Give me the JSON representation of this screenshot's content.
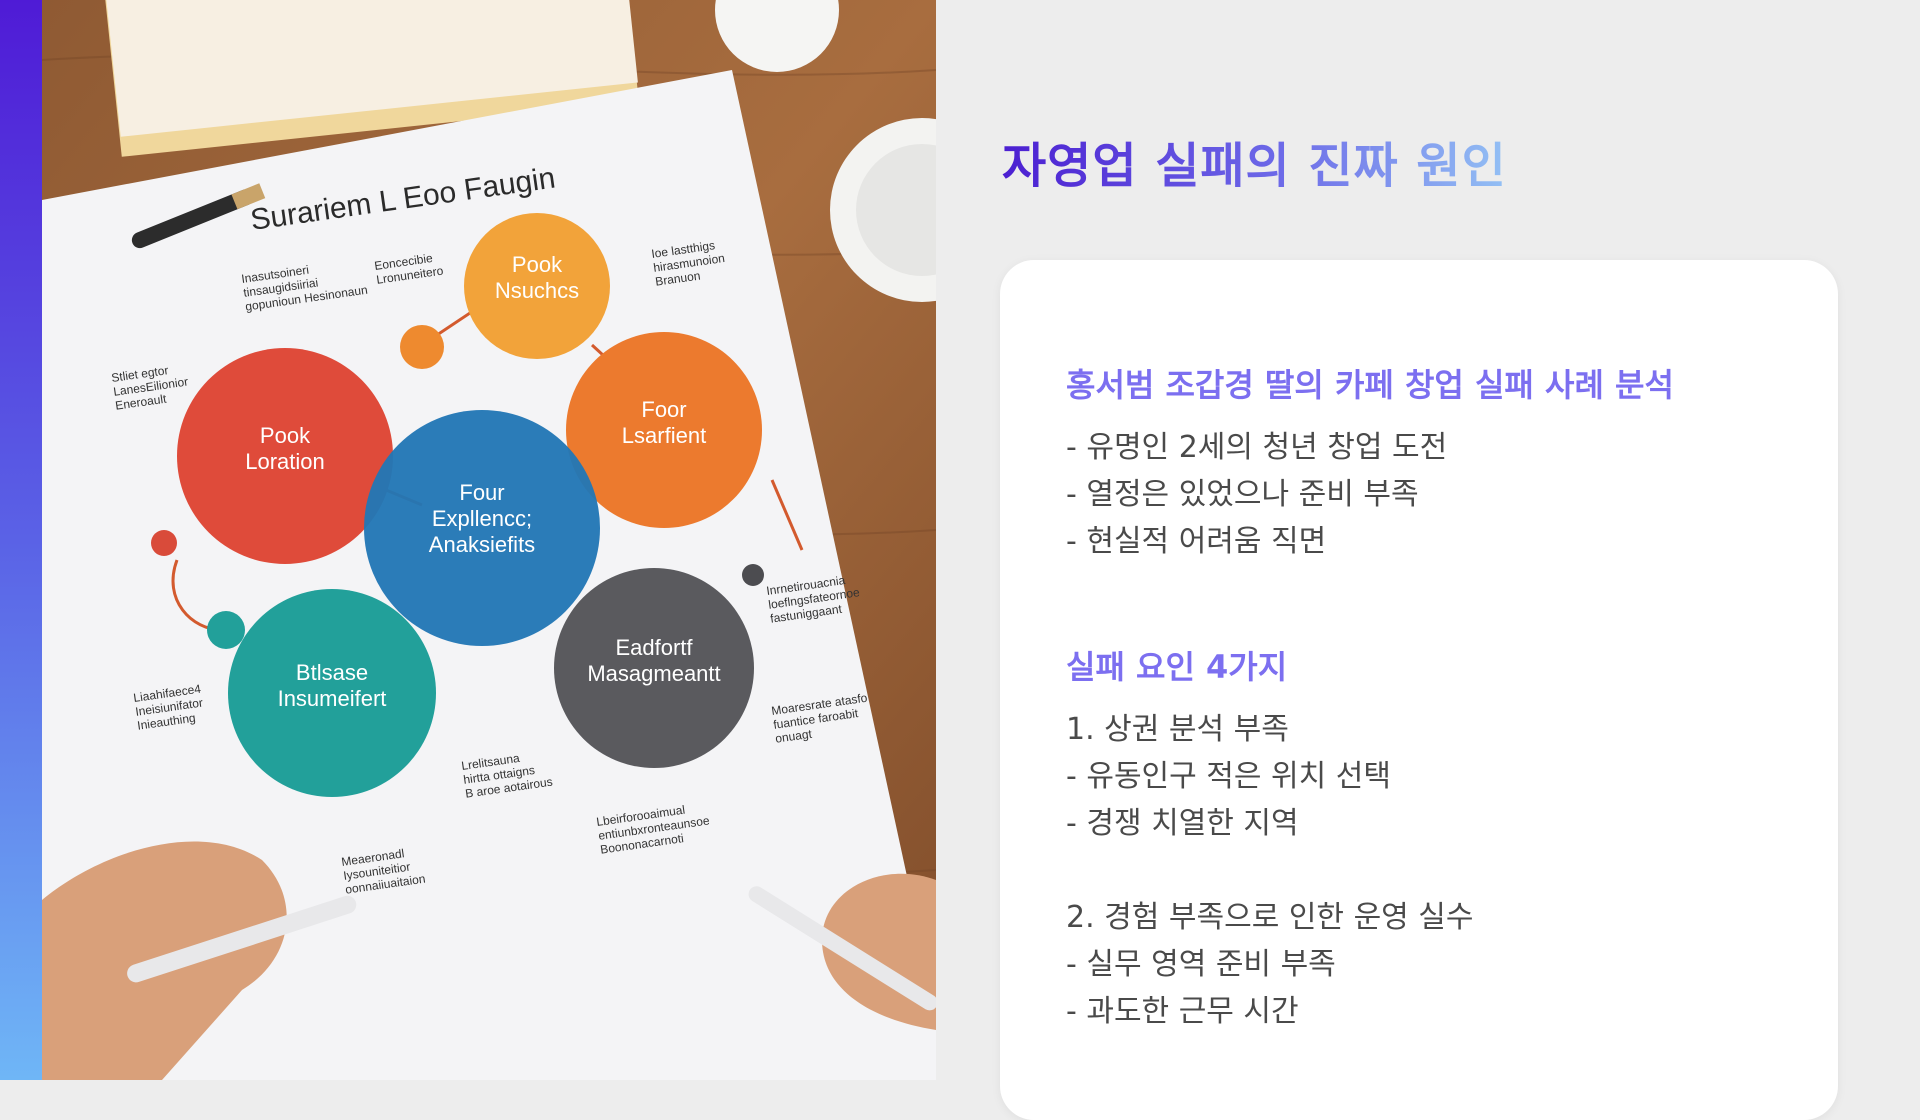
{
  "slide": {
    "title": "자영업 실패의 진짜 원인",
    "accent_colors": [
      "#4f1bd6",
      "#6fb6f6"
    ]
  },
  "image": {
    "paper_heading": "Surariem L Eoo Faugin",
    "bubbles": [
      {
        "id": "poor-ns",
        "label": "Pook\nNsuchcs",
        "color": "#f2a33a"
      },
      {
        "id": "poor-location",
        "label": "Pook\nLoration",
        "color": "#df4b3a"
      },
      {
        "id": "poor-experience",
        "label": "Foor\nLsarfient",
        "color": "#ec7a2e"
      },
      {
        "id": "center",
        "label": "Four\nExpllencc;\nAnaksiefits",
        "color": "#2277b5"
      },
      {
        "id": "management",
        "label": "Eadfortf\nMasagmeantt",
        "color": "#5a5a5e"
      },
      {
        "id": "business",
        "label": "Btlsase\nInsumeifert",
        "color": "#22a09a"
      }
    ],
    "annotations": [
      "Inasutsoineri\ntinsaugidsiiriai\ngopunioun Hesinonaun",
      "Eoncecibie\nLronuneitero",
      "Ioe lastthigs\nhirasmunoion\nBranuon",
      "Stliet egtor\nLanesEilionior\nEneroault",
      "Inrnetirouacnia\nloeflngsfateornoe\nfastuniggaant",
      "Liaahifaece4\nIneisiunifator\nInieauthing",
      "Moaresrate atasfo\nfuantice faroabit\nonuagt",
      "Lrelitsauna\nhirtta ottaigns\nB aroe aotairous",
      "Lbeirforooaimual\nentiunbxronteaunsoe\nBoononacarnoti",
      "Meaeronadl\nIysouniteitior\noonnaiiuaitaion"
    ]
  },
  "card": {
    "section1_title": "홍서범 조갑경 딸의 카페 창업 실패 사례 분석",
    "section1_items": [
      "- 유명인 2세의 청년 창업 도전",
      "- 열정은 있었으나 준비 부족",
      "- 현실적 어려움 직면"
    ],
    "section2_title": "실패 요인 4가지",
    "section2_items": [
      "1. 상권 분석 부족",
      "- 유동인구 적은 위치 선택",
      "- 경쟁 치열한 지역",
      "2. 경험 부족으로 인한 운영 실수",
      "- 실무 영역 준비 부족",
      "- 과도한 근무 시간"
    ]
  }
}
